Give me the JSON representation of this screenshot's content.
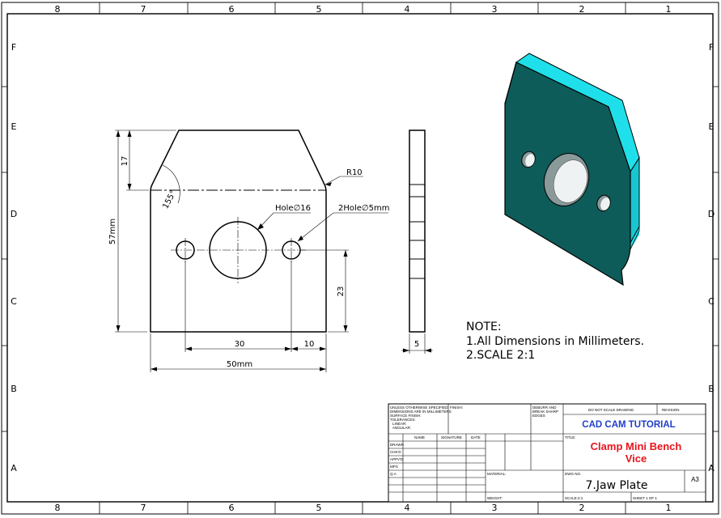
{
  "border": {
    "columns": [
      "8",
      "7",
      "6",
      "5",
      "4",
      "3",
      "2",
      "1"
    ],
    "rows": [
      "F",
      "E",
      "D",
      "C",
      "B",
      "A"
    ]
  },
  "front_view": {
    "dim_17": "17",
    "dim_57": "57mm",
    "dim_23": "23",
    "dim_30": "30",
    "dim_10": "10",
    "dim_50": "50mm",
    "angle": "155°",
    "radius": "R10",
    "hole_large": "Hole∅16",
    "hole_small": "2Hole∅5mm"
  },
  "side_view": {
    "dim_5": "5"
  },
  "notes": {
    "title": "NOTE:",
    "line1": "1.All Dimensions in Millimeters.",
    "line2": "2.SCALE 2:1"
  },
  "title_block": {
    "spec_lines": [
      "UNLESS OTHERWISE SPECIFIED:",
      "DIMENSIONS ARE IN MILLIMETERS",
      "SURFACE FINISH:",
      "TOLERANCES:",
      "LINEAR:",
      "ANGULAR:"
    ],
    "finish": "FINISH:",
    "deburr_lines": [
      "DEBURR AND",
      "BREAK SHARP",
      "EDGES"
    ],
    "do_not_scale": "DO NOT SCALE DRAWING",
    "revision": "REVISION",
    "company": "CAD CAM TUTORIAL",
    "col_name": "NAME",
    "col_signature": "SIGNATURE",
    "col_date": "DATE",
    "rows": [
      "DRAWN",
      "CHK'D",
      "APPV'D",
      "MFG",
      "Q.A"
    ],
    "title_label": "TITLE:",
    "title_line1": "Clamp Mini Bench",
    "title_line2": "Vice",
    "material_label": "MATERIAL:",
    "dwg_no_label": "DWG NO.",
    "dwg_no": "7.Jaw Plate",
    "size": "A3",
    "weight_label": "WEIGHT:",
    "scale_label": "SCALE:2:1",
    "sheet_label": "SHEET 1 OF 1"
  },
  "colors": {
    "iso_face": "#0e5c5a",
    "iso_edge": "#1fe0ea",
    "title_red": "#e8141c",
    "company_blue": "#1e3fc8"
  }
}
